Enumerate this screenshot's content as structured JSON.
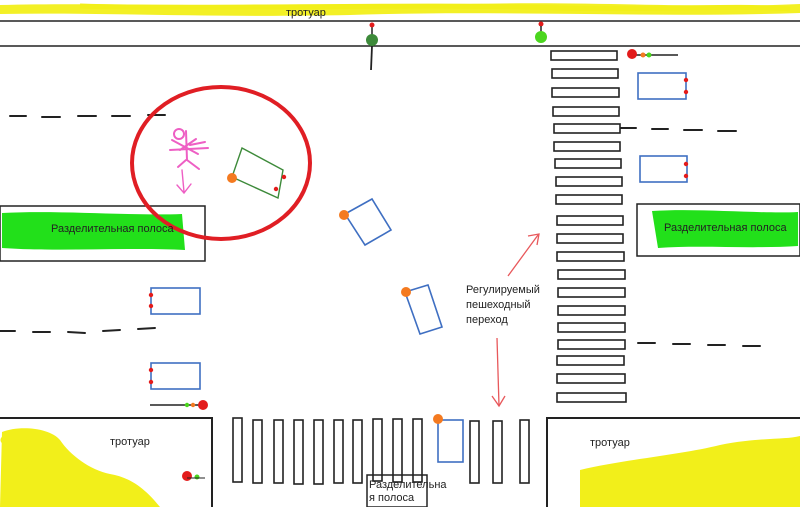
{
  "labels": {
    "sidewalk_top": "тротуар",
    "sidewalk_bottom_left": "тротуар",
    "sidewalk_bottom_right": "тротуар",
    "median_left": "Разделительная полоса",
    "median_right": "Разделительная полоса",
    "median_bottom_line1": "Разделительна",
    "median_bottom_line2": "я полоса",
    "crosswalk_line1": "Регулируемый",
    "crosswalk_line2": "пешеходный",
    "crosswalk_line3": "переход"
  },
  "colors": {
    "highlight_yellow": "#f2ef1a",
    "median_green": "#22e01a",
    "accident_circle": "#e01e24",
    "car_blue": "#3f6fc2",
    "car_green": "#3d8a3a",
    "orange_marker": "#f47a20",
    "pedestrian_pink": "#ee5fc4",
    "traffic_red": "#e31b1b",
    "traffic_green": "#4bd61e"
  }
}
